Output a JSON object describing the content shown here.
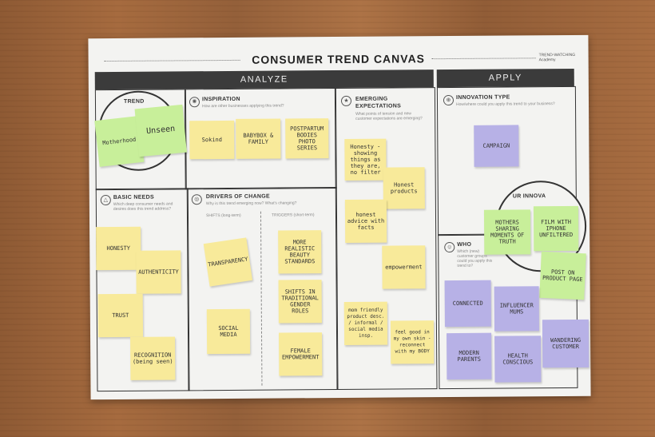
{
  "canvas": {
    "title": "CONSUMER TREND CANVAS",
    "brand": "TREND-WATCHING Academy",
    "analyze_label": "ANALYZE",
    "apply_label": "APPLY"
  },
  "panels": {
    "trend": {
      "title": "TREND"
    },
    "inspiration": {
      "title": "INSPIRATION",
      "subtitle": "How are other businesses applying this trend?"
    },
    "emerging": {
      "title": "EMERGING EXPECTATIONS",
      "subtitle": "What points of tension and new customer expectations are emerging?"
    },
    "innovation_type": {
      "title": "INNOVATION TYPE",
      "subtitle": "How/where could you apply this trend to your business?"
    },
    "basic_needs": {
      "title": "BASIC NEEDS",
      "subtitle": "Which deep consumer needs and desires does this trend address?"
    },
    "drivers": {
      "title": "DRIVERS OF CHANGE",
      "subtitle": "Why is this trend emerging now? What's changing?",
      "shifts": "SHIFTS (long-term)",
      "triggers": "TRIGGERS (short-term)"
    },
    "who": {
      "title": "WHO",
      "subtitle": "Which (new) customer groups could you apply this trend to?"
    },
    "innovation_ring": {
      "title": "UR INNOVA"
    }
  },
  "notes": {
    "trend": [
      "Motherhood",
      "Unseen"
    ],
    "inspiration": [
      "Sokind",
      "BABYBOX & FAMILY",
      "POSTPARTUM BODIES PHOTO SERIES"
    ],
    "innovation_type": [
      "CAMPAIGN"
    ],
    "basic_needs": [
      "HONESTY",
      "AUTHENTICITY",
      "TRUST",
      "RECOGNITION (being seen)"
    ],
    "shifts": [
      "TRANSPARENCY",
      "SOCIAL MEDIA"
    ],
    "triggers": [
      "MORE REALISTIC BEAUTY STANDARDS",
      "SHIFTS IN TRADITIONAL GENDER ROLES",
      "FEMALE EMPOWERMENT"
    ],
    "emerging": [
      "Honesty - showing things as they are, no filter",
      "Honest products",
      "honest advice with facts",
      "empowerment",
      "mom friendly product desc. / informal / social media insp.",
      "feel good in my own skin - reconnect with my BODY"
    ],
    "innovation_green": [
      "MOTHERS SHARING MOMENTS OF TRUTH",
      "FILM WITH IPHONE UNFILTERED",
      "POST ON PRODUCT PAGE"
    ],
    "who": [
      "CONNECTED",
      "INFLUENCER MUMS",
      "WANDERING CUSTOMER",
      "MODERN PARENTS",
      "HEALTH CONSCIOUS"
    ]
  }
}
